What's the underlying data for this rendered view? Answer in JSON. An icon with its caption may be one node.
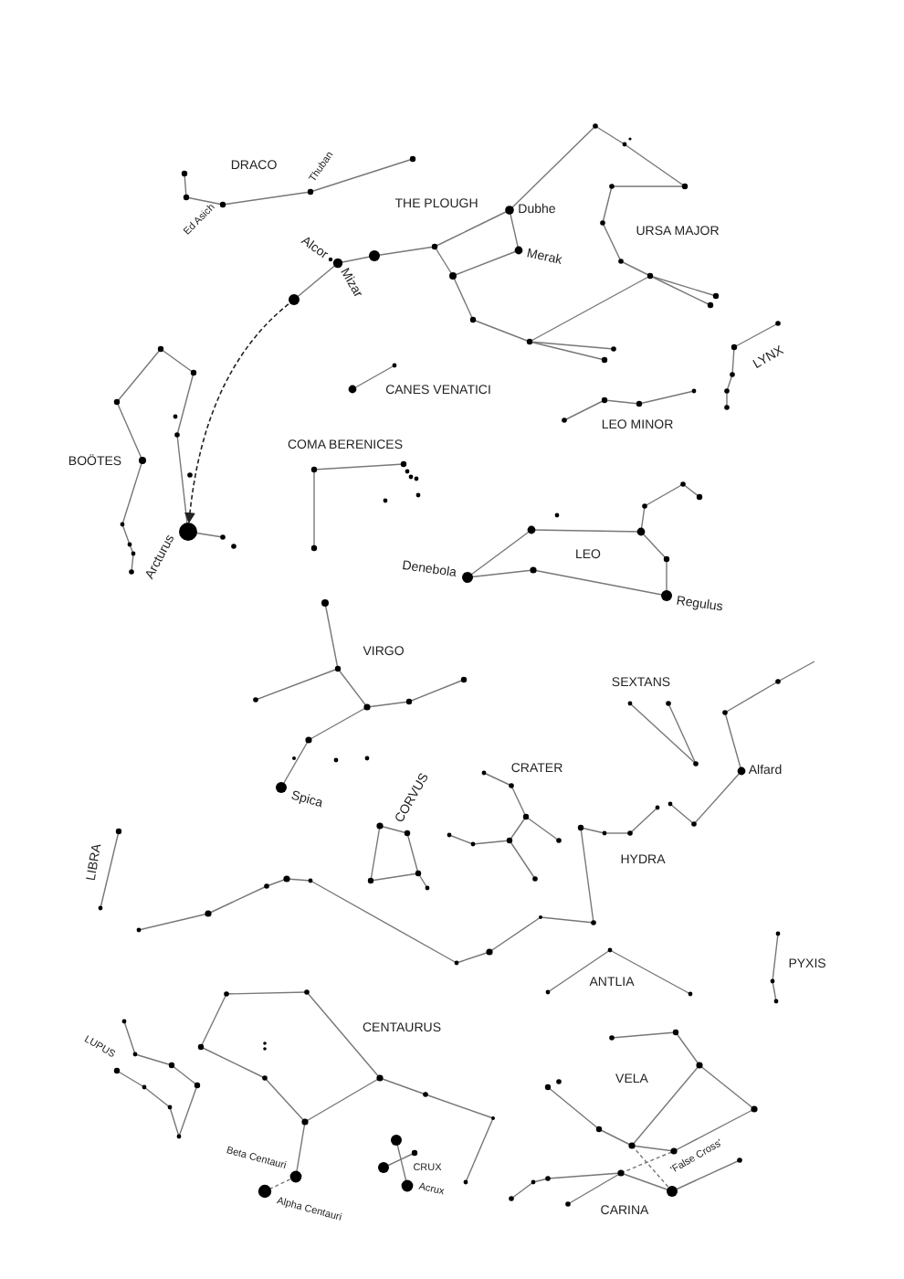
{
  "diagram": {
    "nodes": [
      {
        "text": [],
        "shape": "circle"
      },
      {
        "text": [],
        "shape": "circle",
        "beside": [
          "Arcturus"
        ]
      }
    ],
    "edges": [
      {
        "from": 0,
        "to": 1,
        "arrow": "to",
        "style": "dashed"
      }
    ],
    "labels": [
      "DRACO",
      "Thuban",
      "Ed Asich",
      "THE PLOUGH",
      "Dubhe",
      "Alcor",
      "Mizar",
      "Merak",
      "URSA MAJOR",
      "LYNX",
      "CANES VENATICI",
      "LEO MINOR",
      "BOÖTES",
      "COMA BERENICES",
      "Denebola",
      "LEO",
      "Regulus",
      "VIRGO",
      "SEXTANS",
      "Alfard",
      "CRATER",
      "CORVUS",
      "Spica",
      "LIBRA",
      "HYDRA",
      "PYXIS",
      "ANTLIA",
      "CENTAURUS",
      "LUPUS",
      "VELA",
      "Beta Centauri",
      "CRUX",
      "'False Cross'",
      "Acrux",
      "Alpha Centauri",
      "CARINA"
    ]
  }
}
